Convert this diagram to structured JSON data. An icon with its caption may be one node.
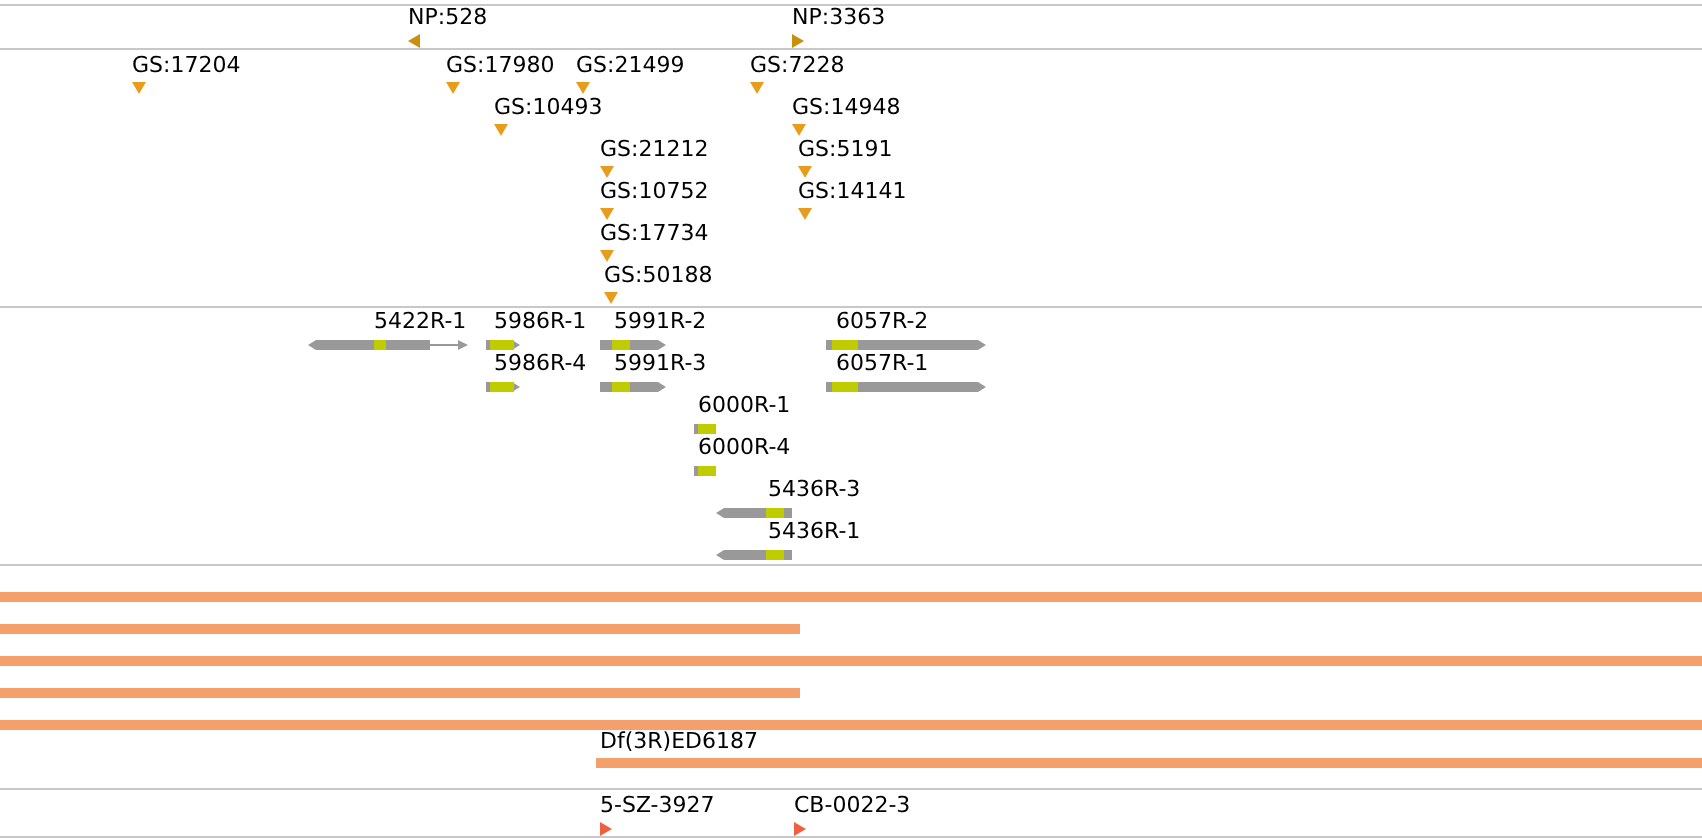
{
  "diagram": {
    "nodes": [
      {
        "text": [
          "NP:528"
        ]
      },
      {
        "text": [
          "NP:3363"
        ]
      },
      {
        "text": [
          "GS:17204"
        ]
      },
      {
        "text": [
          "GS:17980"
        ]
      },
      {
        "text": [
          "GS:21499"
        ]
      },
      {
        "text": [
          "GS:7228"
        ]
      },
      {
        "text": [
          "GS:10493"
        ]
      },
      {
        "text": [
          "GS:14948"
        ]
      },
      {
        "text": [
          "GS:21212"
        ]
      },
      {
        "text": [
          "GS:5191"
        ]
      },
      {
        "text": [
          "GS:10752"
        ]
      },
      {
        "text": [
          "GS:14141"
        ]
      },
      {
        "text": [
          "GS:17734"
        ]
      },
      {
        "text": [
          "GS:50188"
        ]
      },
      {
        "text": [
          "5422R-1"
        ]
      },
      {
        "text": [
          "5986R-1"
        ]
      },
      {
        "text": [
          "5991R-2"
        ]
      },
      {
        "text": [
          "6057R-2"
        ]
      },
      {
        "text": [
          "5986R-4"
        ]
      },
      {
        "text": [
          "5991R-3"
        ]
      },
      {
        "text": [
          "6057R-1"
        ]
      },
      {
        "text": [
          "6000R-1"
        ]
      },
      {
        "text": [
          "6000R-4"
        ]
      },
      {
        "text": [
          "5436R-3"
        ]
      },
      {
        "text": [
          "5436R-1"
        ]
      },
      {
        "text": [],
        "shape": "bar"
      },
      {
        "text": [],
        "shape": "bar"
      },
      {
        "text": [],
        "shape": "bar"
      },
      {
        "text": [],
        "shape": "bar"
      },
      {
        "text": [],
        "shape": "bar"
      },
      {
        "text": [
          "Df(3R)ED6187"
        ]
      },
      {
        "text": [
          "5-SZ-3927"
        ]
      },
      {
        "text": [
          "CB-0022-3"
        ]
      }
    ]
  }
}
